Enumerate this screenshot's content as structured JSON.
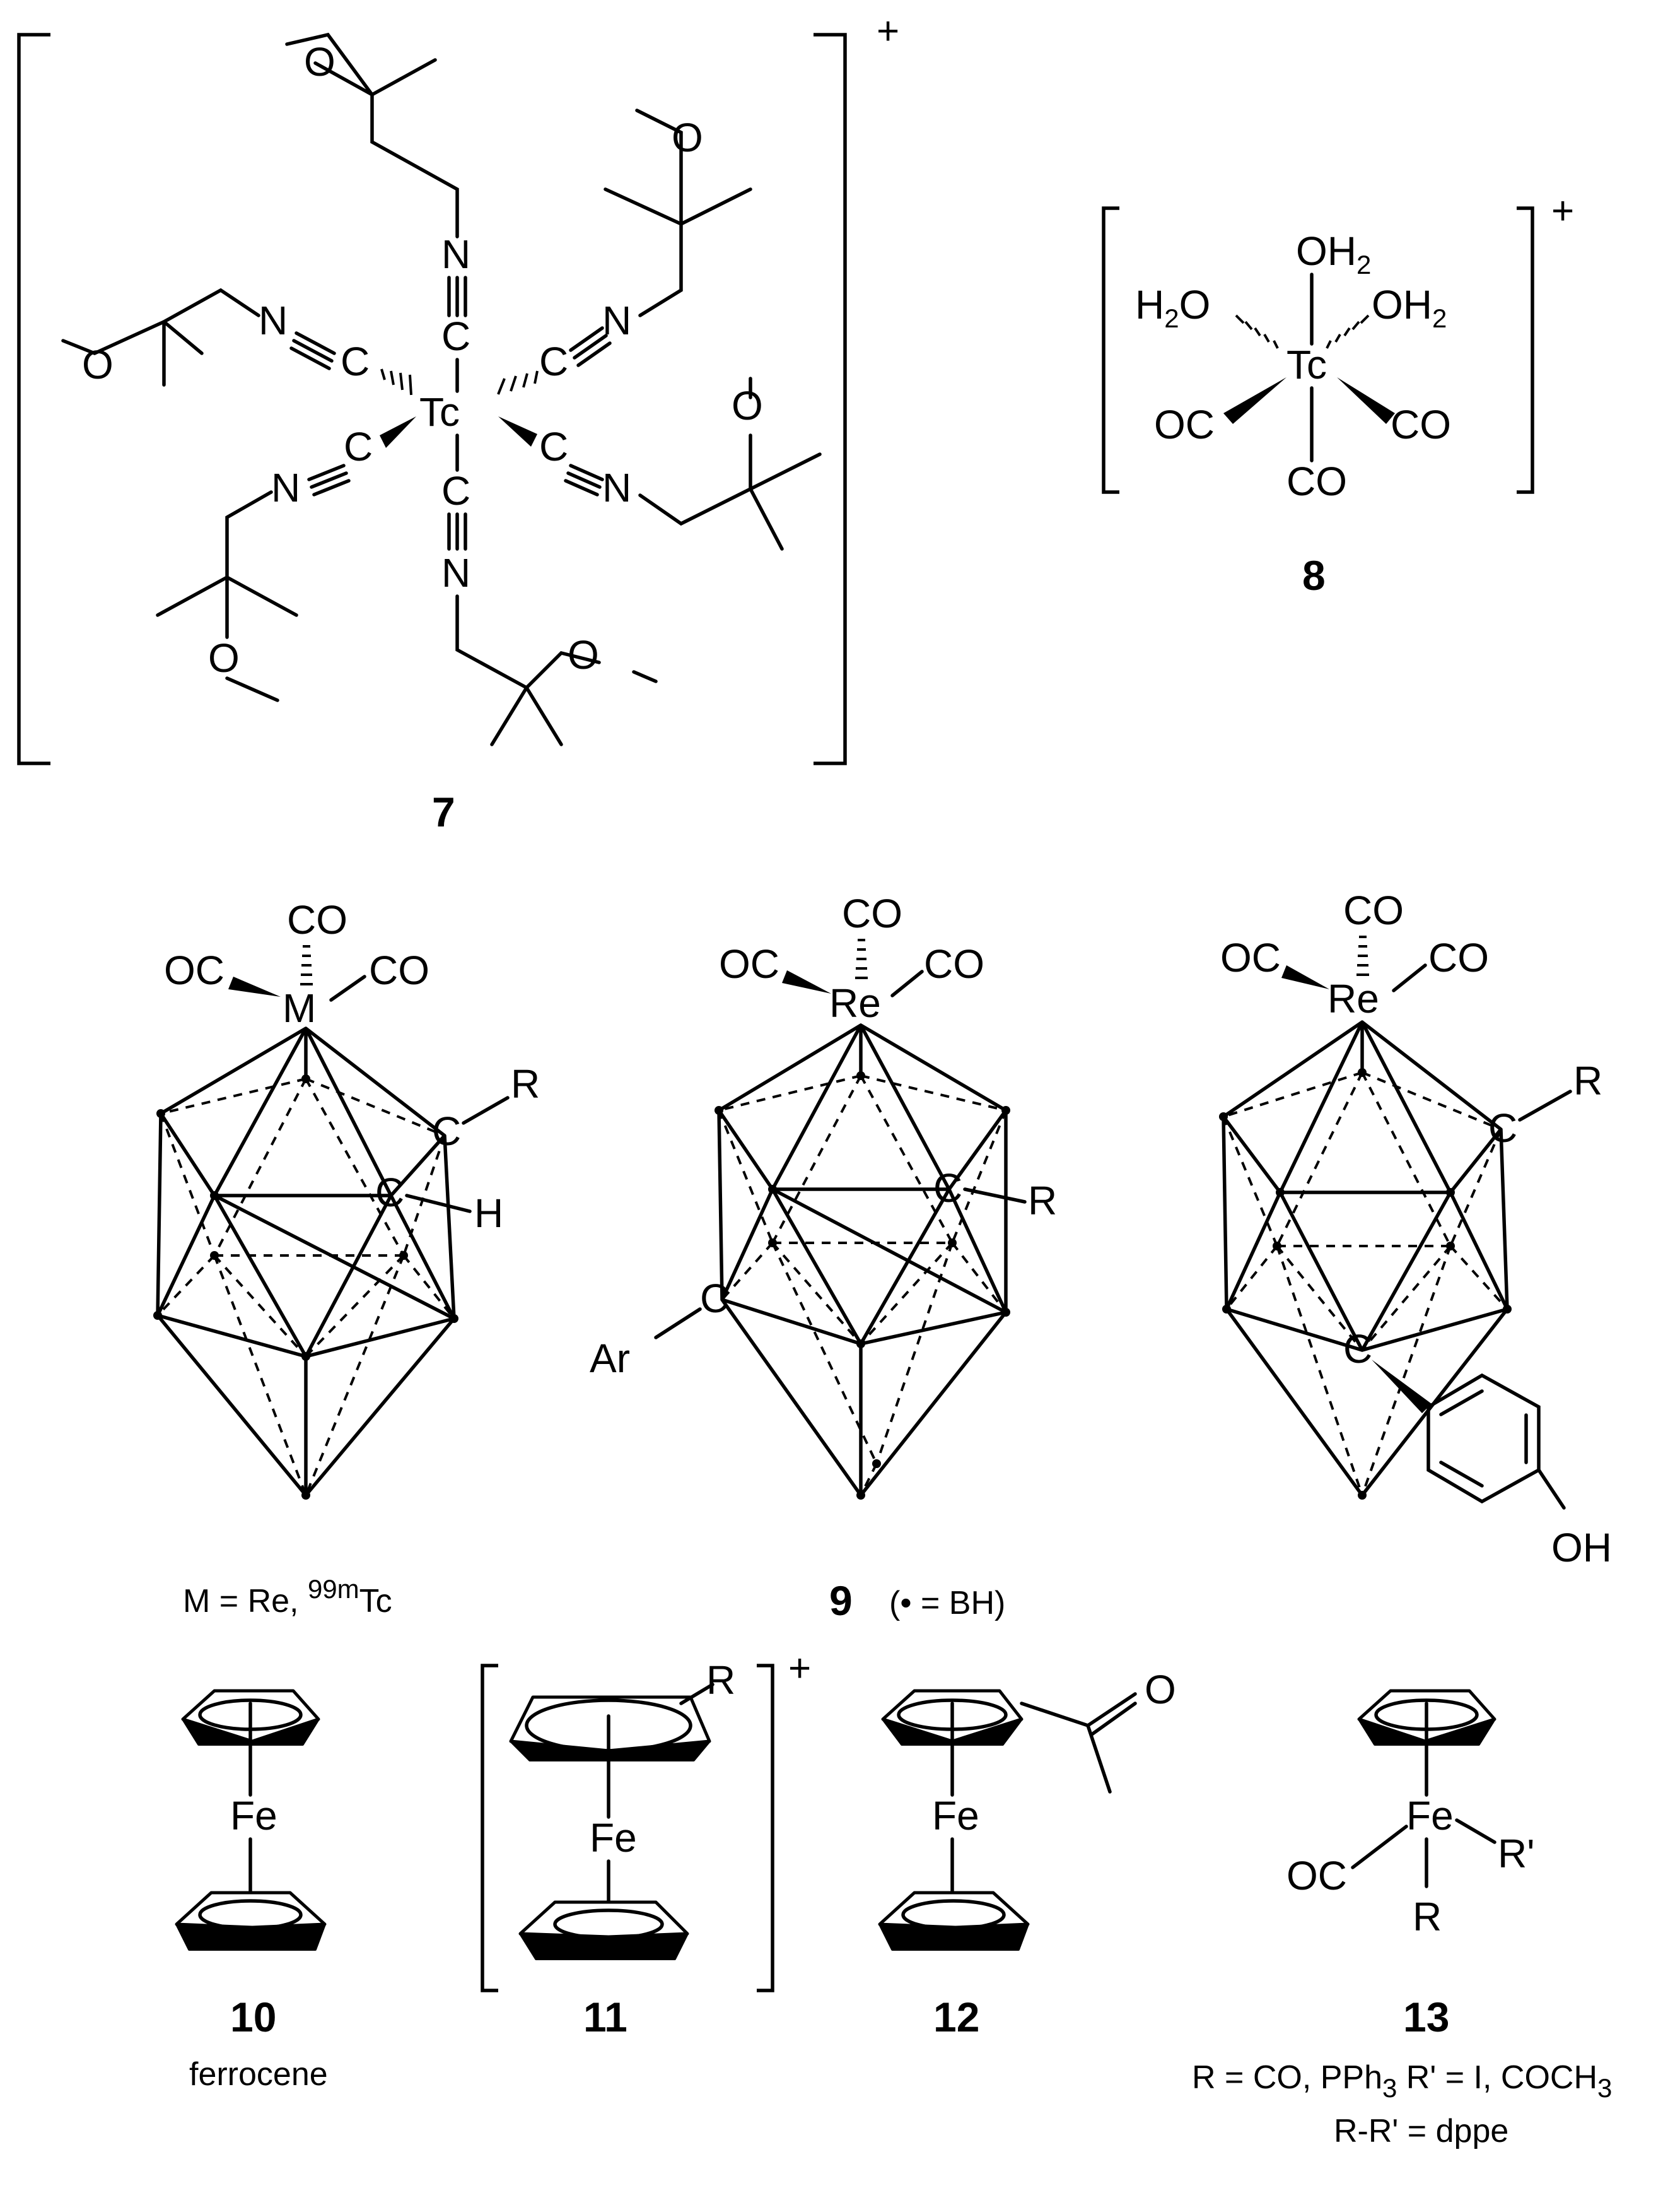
{
  "compounds": {
    "c7": {
      "number": "7",
      "charge": "+",
      "metal": "Tc",
      "atoms": {
        "N": "N",
        "C": "C",
        "O": "O"
      }
    },
    "c8": {
      "number": "8",
      "charge": "+",
      "metal": "Tc",
      "ligand_top": "OH",
      "ligand_top_sub": "2",
      "ligand_left": "H",
      "ligand_left_sub": "2",
      "ligand_left_tail": "O",
      "ligand_right": "OH",
      "ligand_right_sub": "2",
      "co": "CO",
      "oc": "OC"
    },
    "c_left": {
      "metal": "M",
      "co": "CO",
      "oc": "OC",
      "c": "C",
      "r": "R",
      "h": "H",
      "caption_prefix": "M = Re, ",
      "caption_sup": "99m",
      "caption_suffix": "Tc"
    },
    "c9": {
      "number": "9",
      "metal": "Re",
      "co": "CO",
      "oc": "OC",
      "c": "C",
      "r": "R",
      "ar": "Ar",
      "legend": "(• = BH)"
    },
    "c_right": {
      "metal": "Re",
      "co": "CO",
      "oc": "OC",
      "c": "C",
      "r": "R",
      "oh": "OH"
    },
    "c10": {
      "number": "10",
      "metal": "Fe",
      "name": "ferrocene"
    },
    "c11": {
      "number": "11",
      "metal": "Fe",
      "r": "R",
      "charge": "+"
    },
    "c12": {
      "number": "12",
      "metal": "Fe",
      "o": "O"
    },
    "c13": {
      "number": "13",
      "metal": "Fe",
      "oc": "OC",
      "r": "R",
      "r_prime": "R'",
      "note1_a": "R = CO, PPh",
      "note1_sub": "3",
      "note1_b": " R' = I, COCH",
      "note1_sub2": "3",
      "note2": "R-R' = dppe"
    }
  }
}
